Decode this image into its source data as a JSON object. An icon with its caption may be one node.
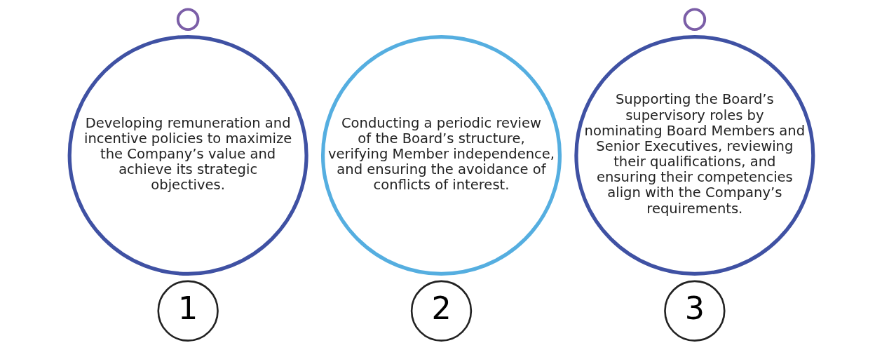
{
  "diagram": {
    "nodes": [
      {
        "text": [],
        "shape": "circle"
      },
      {
        "text": [
          "Developing remuneration and incentive policies to maximize the Company’s value and achieve its strategic objectives."
        ]
      },
      {
        "text": [
          "1"
        ]
      },
      {
        "text": [
          "Conducting a periodic review of the Board’s structure, verifying Member independence, and ensuring the avoidance of conflicts of interest."
        ]
      },
      {
        "text": [
          "2"
        ]
      },
      {
        "text": [],
        "shape": "circle"
      },
      {
        "text": [
          "Supporting the Board’s supervisory roles by nominating Board Members and Senior Executives, reviewing their qualifications, and ensuring their competencies align with the Company’s requirements."
        ]
      },
      {
        "text": [
          "3"
        ]
      }
    ]
  }
}
